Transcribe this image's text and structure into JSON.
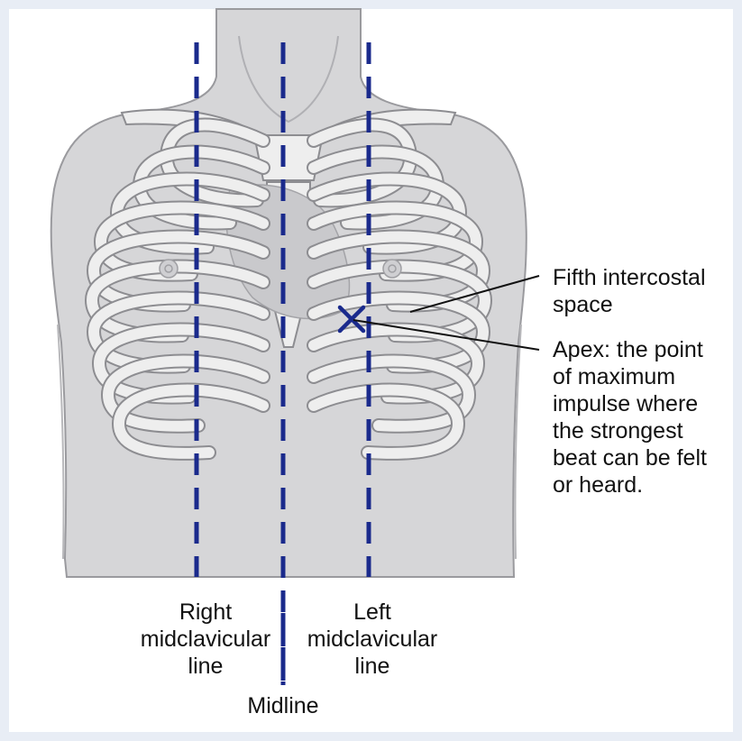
{
  "colors": {
    "background": "#e8edf5",
    "panel": "#ffffff",
    "body_fill": "#d6d6d8",
    "body_outline": "#9a9a9e",
    "rib_fill": "#eeeeee",
    "rib_outline": "#8d8d91",
    "guide_line": "#1a2a8c",
    "apex_mark": "#1a2a8c",
    "text": "#111111"
  },
  "guide_lines": {
    "right_midclavicular": [
      "Right",
      "midclavicular",
      "line"
    ],
    "midline": "Midline",
    "left_midclavicular": [
      "Left",
      "midclavicular",
      "line"
    ]
  },
  "callouts": {
    "fifth_intercostal": [
      "Fifth intercostal",
      "space"
    ],
    "apex": [
      "Apex: the point",
      "of maximum",
      "impulse where",
      "the strongest",
      "beat can be felt",
      "or heard."
    ]
  },
  "apex_mark_icon": "x-mark-icon"
}
